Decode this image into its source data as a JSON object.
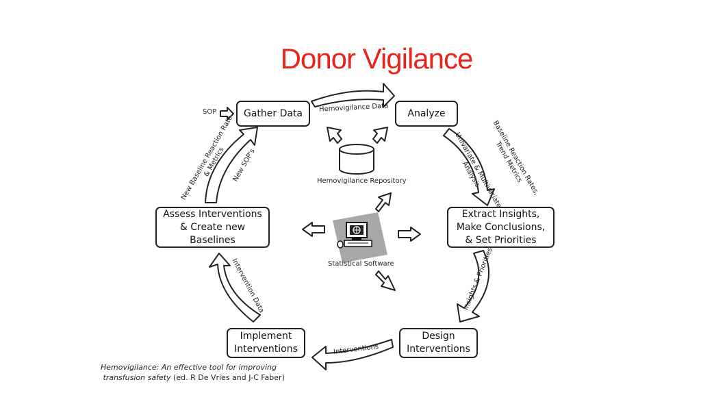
{
  "title": "Donor Vigilance",
  "boxes": {
    "gather": "Gather Data",
    "analyze": "Analyze",
    "extract": [
      "Extract Insights,",
      "Make Conclusions,",
      "& Set Priorities"
    ],
    "design": [
      "Design",
      "Interventions"
    ],
    "implement": [
      "Implement",
      "Interventions"
    ],
    "assess": [
      "Assess Interventions",
      "& Create new",
      "Baselines"
    ]
  },
  "labels": {
    "sop": "SOP",
    "hemovigilance_data": "Hemovigilance Data",
    "baseline_rates": [
      "Baseline Reaction Rates,",
      "Trend Metrics"
    ],
    "univariate": [
      "Univariate & Multivariate",
      "Analysis"
    ],
    "insights_priorities": "Insights & Priorities",
    "interventions": "Interventions",
    "intervention_data": "Intervention Data",
    "new_baseline": [
      "New Baseline Reaction Rate",
      "& Metrics"
    ],
    "new_sops": "New SOP's",
    "repository": "Hemovigilance Repository",
    "software": "Statistical Software"
  },
  "caption": {
    "italic_1": "Hemovigilance: An effective tool for improving",
    "italic_2": "transfusion safety",
    "plain": " (ed. R De Vries and J-C Faber)"
  },
  "colors": {
    "title": "#e8241c",
    "stroke": "#222222"
  }
}
